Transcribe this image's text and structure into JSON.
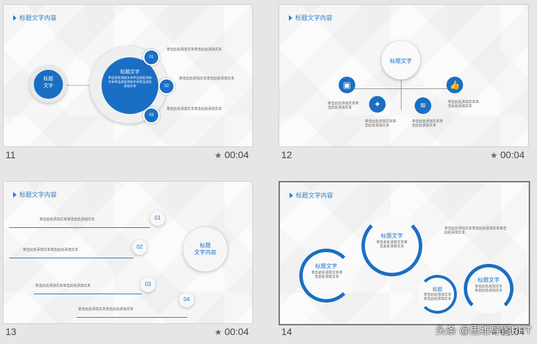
{
  "slides": [
    {
      "number": "11",
      "duration": "00:04",
      "title": "标题文字内容",
      "left_circle": "标题\n文字",
      "center_title": "标题文字",
      "center_body": "单击此处添加文本单击此处添加文本单击此处添加文本单击此处添加文本",
      "badges": [
        "01",
        "02",
        "03"
      ],
      "notes": [
        "单击此处添加文本单击此处添加文本",
        "单击此处添加文本单击此处添加文本",
        "单击此处添加文本单击此处添加文本"
      ]
    },
    {
      "number": "12",
      "duration": "00:04",
      "title": "标题文字内容",
      "center_title": "标题文字",
      "notes": [
        "单击此处添加文本单击此处添加文本",
        "单击此处添加文本单击此处添加文本",
        "单击此处添加文本单击此处添加文本",
        "单击此处添加文本单击此处添加文本"
      ]
    },
    {
      "number": "13",
      "duration": "00:04",
      "title": "标题文字内容",
      "center_title": "标题\n文字内容",
      "badges": [
        "01",
        "02",
        "03",
        "04"
      ],
      "notes": [
        "单击此处添加文本单击此处添加文本",
        "单击此处添加文本单击此处添加文本",
        "单击此处添加文本单击此处添加文本",
        "单击此处添加文本单击此处添加文本"
      ]
    },
    {
      "number": "14",
      "duration": "00:04",
      "title": "标题文字内容",
      "circles": [
        "标题文字",
        "标题文字",
        "标题",
        "标题文字"
      ],
      "circle_body": "单击此处添加文本单击此处添加文本",
      "right_note": "单击此处添加文本单击此处添加文本单击此处添加文本"
    }
  ],
  "watermark": "头条 @思维导图PPT",
  "colors": {
    "accent": "#1a6fc4"
  }
}
